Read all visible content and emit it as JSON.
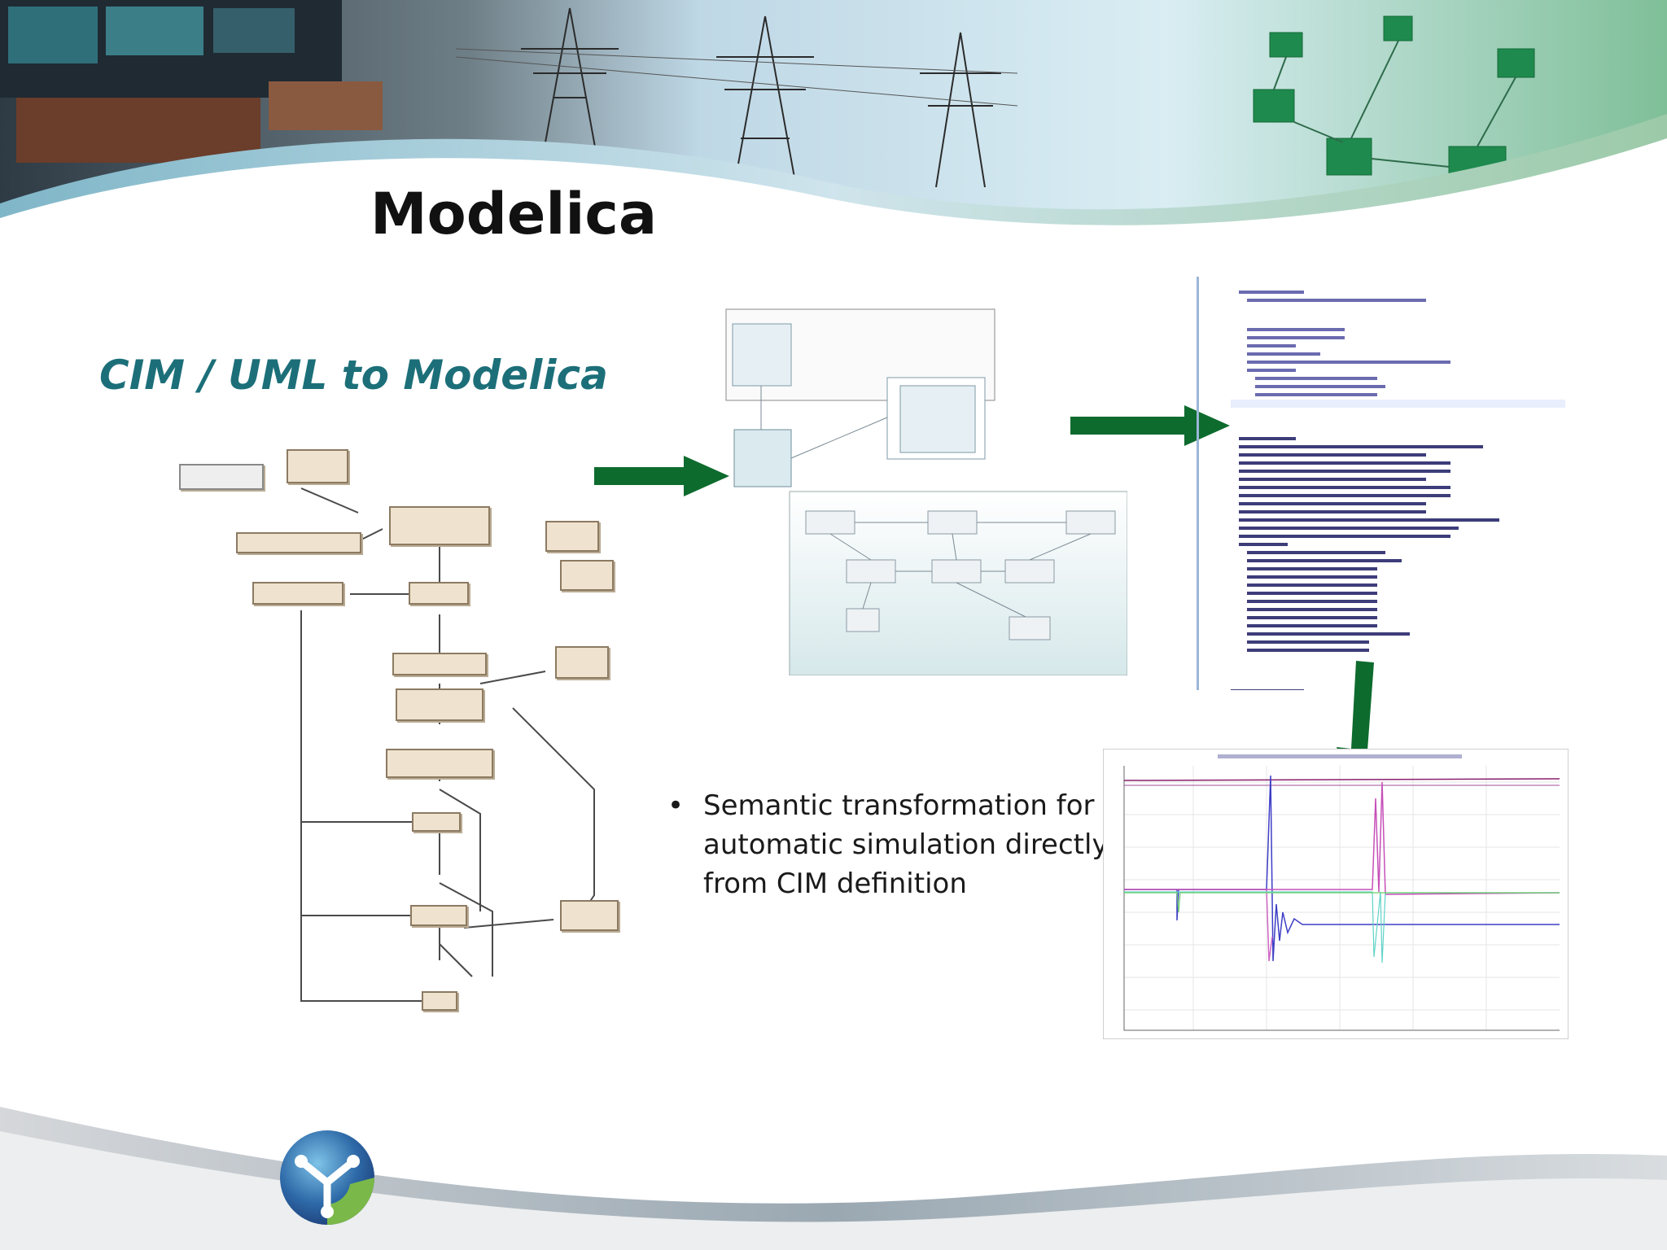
{
  "slide": {
    "title": "Modelica",
    "subtitle": "CIM / UML to Modelica",
    "bullet": "Semantic transformation for automatic simulation directly from CIM definition"
  },
  "colors": {
    "title": "#111111",
    "subtitle": "#1c6f79",
    "arrow": "#0e6b2e",
    "header_sky": "#9fc5d8",
    "wave_teal": "#5ea8b8"
  },
  "icons": [
    "power-pylon-icon",
    "network-node-icon",
    "logo-icon"
  ]
}
